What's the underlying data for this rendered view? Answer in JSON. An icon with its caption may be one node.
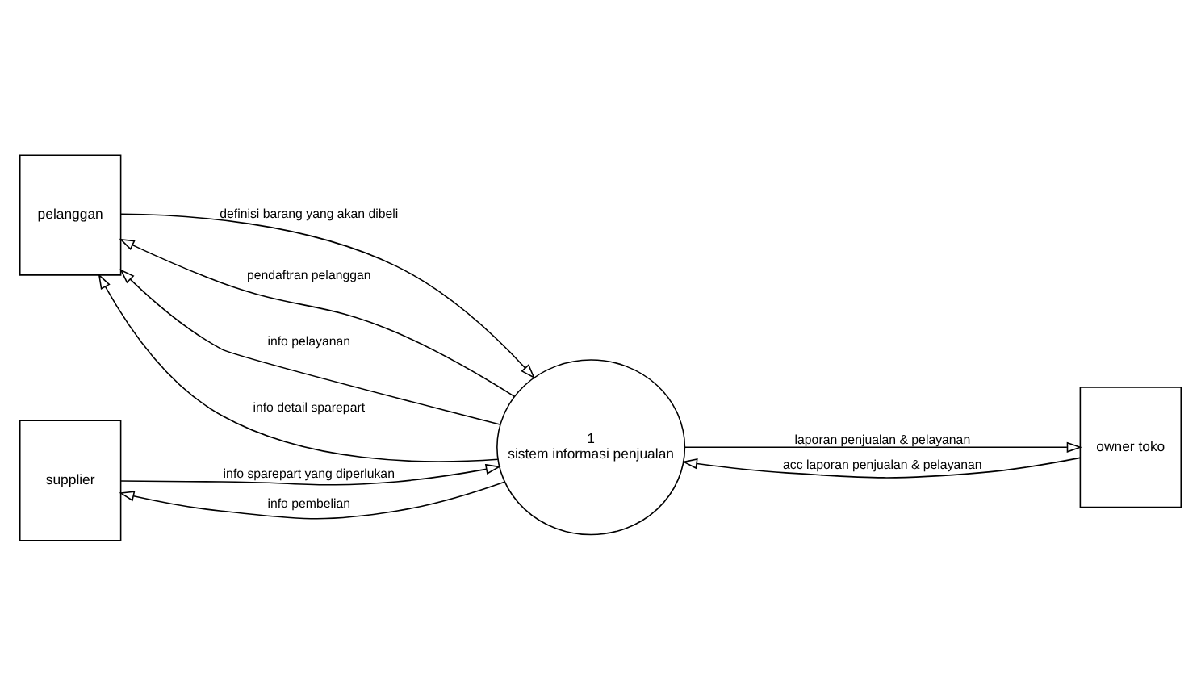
{
  "diagram": {
    "nodes": [
      {
        "text": [
          "pelanggan"
        ]
      },
      {
        "text": [
          "1",
          "sistem informasi penjualan"
        ]
      },
      {
        "text": [
          "owner toko"
        ]
      },
      {
        "text": [
          "supplier"
        ]
      }
    ],
    "edges": [
      {
        "from": 1,
        "to": 0,
        "arrow": "to",
        "label": "pendaftran pelanggan"
      },
      {
        "from": 1,
        "to": 0,
        "arrow": "to",
        "label": "info pelayanan"
      },
      {
        "from": 0,
        "to": 1,
        "arrow": "to",
        "label": "definisi barang yang akan dibeli"
      },
      {
        "from": 1,
        "to": 0,
        "arrow": "to",
        "label": "info detail sparepart"
      },
      {
        "from": 1,
        "to": 2,
        "arrow": "to",
        "label": "laporan penjualan & pelayanan"
      },
      {
        "from": 2,
        "to": 1,
        "arrow": "to",
        "label": "acc laporan penjualan & pelayanan"
      },
      {
        "from": 3,
        "to": 1,
        "arrow": "to",
        "label": "info sparepart yang diperlukan"
      },
      {
        "from": 1,
        "to": 3,
        "arrow": "to",
        "label": "info pembelian"
      }
    ]
  }
}
